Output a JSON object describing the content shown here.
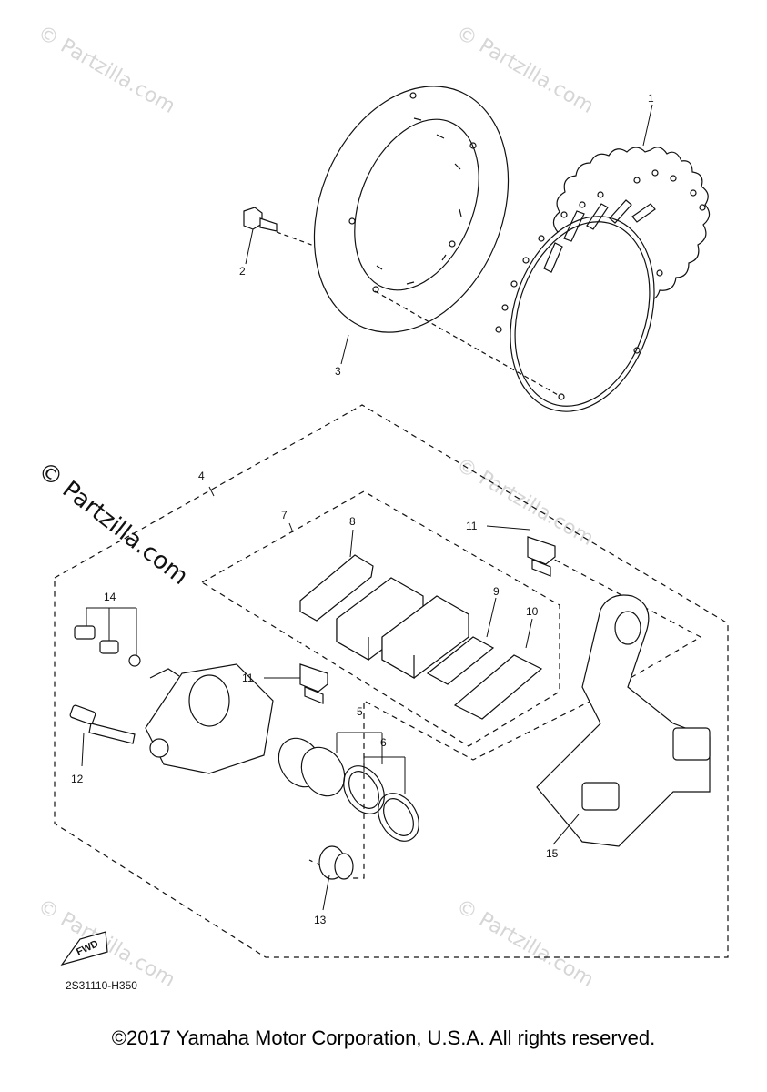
{
  "diagram": {
    "callouts": [
      "1",
      "2",
      "3",
      "4",
      "5",
      "6",
      "7",
      "8",
      "9",
      "10",
      "11",
      "11",
      "12",
      "13",
      "14",
      "15"
    ],
    "part_code": "2S31110-H350",
    "fwd_label": "FWD",
    "watermark_main": "© Partzilla.com",
    "watermark_faint": "© Partzilla.com"
  },
  "footer": {
    "copyright": "©2017 Yamaha Motor Corporation, U.S.A. All rights reserved."
  }
}
